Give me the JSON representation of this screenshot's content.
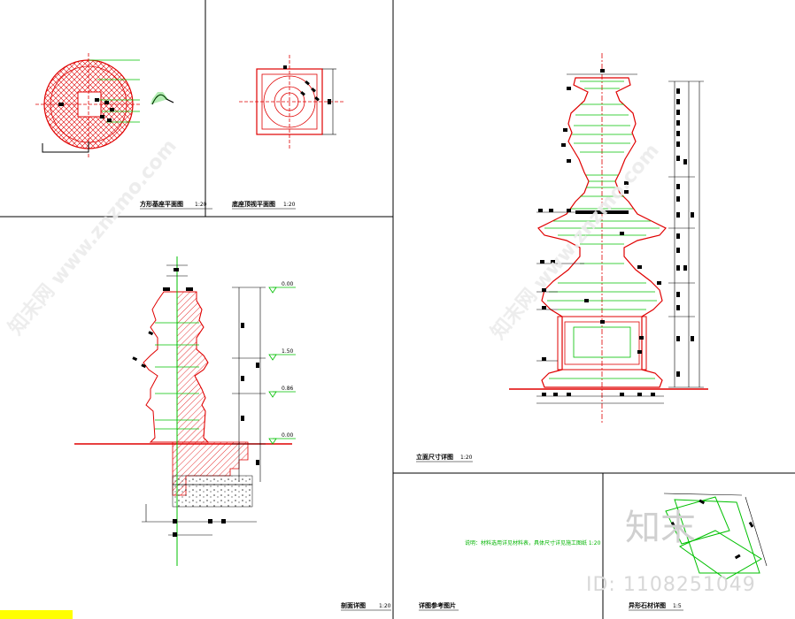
{
  "panels": {
    "p1": {
      "title": "方形基座平面图",
      "scale": "1:20"
    },
    "p2": {
      "title": "底座顶视平面图",
      "scale": "1:20"
    },
    "p3": {
      "title": "剖面详图",
      "scale": "1:20"
    },
    "p4": {
      "title": "立面尺寸详图",
      "scale": "1:20"
    },
    "p5": {
      "title": "详图参考图片",
      "scale": ""
    },
    "p6": {
      "title": "异形石材详图",
      "scale": "1:5"
    }
  },
  "elevations": [
    "0.00",
    "1.50",
    "0.86",
    "0.00"
  ],
  "note": "说明：材料选用详见材料表，具体尺寸详见施工图纸 1:20",
  "watermark": {
    "logo": "知末",
    "id": "ID: 1108251049",
    "site": "知末网 www.znzmo.com"
  },
  "colors": {
    "red": "#e00000",
    "green": "#00c000",
    "black": "#000000"
  }
}
